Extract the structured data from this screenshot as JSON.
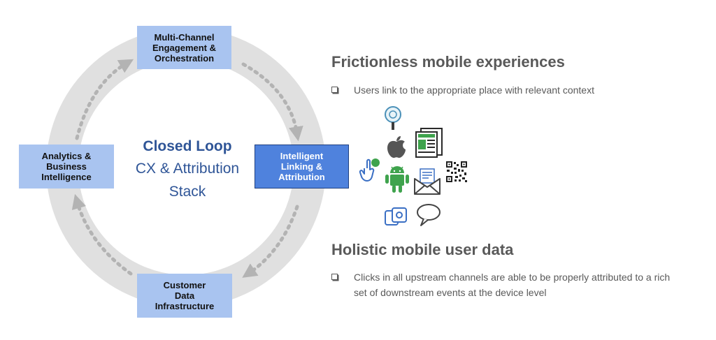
{
  "diagram": {
    "center": {
      "title": "Closed Loop",
      "line2": "CX & Attribution",
      "line3": "Stack"
    },
    "nodes": {
      "top": [
        "Multi-Channel",
        "Engagement &",
        "Orchestration"
      ],
      "left": [
        "Analytics &",
        "Business",
        "Intelligence"
      ],
      "right": [
        "Intelligent",
        "Linking &",
        "Attribution"
      ],
      "bottom": [
        "Customer",
        "Data",
        "Infrastructure"
      ]
    },
    "colors": {
      "ring": "#e0e0e0",
      "arrow": "#b3b3b3",
      "node": "#a9c4f0",
      "node_highlight": "#4f82dd",
      "center_text": "#2f5597"
    }
  },
  "sections": [
    {
      "heading": "Frictionless mobile experiences",
      "bullet": "Users link to the appropriate place with relevant context"
    },
    {
      "heading": "Holistic mobile user data",
      "bullet": "Clicks in all upstream channels are able to be properly attributed to a rich set of downstream events at the device level"
    }
  ],
  "icons": [
    "search-icon",
    "apple-icon",
    "web-page-icon",
    "qr-code-icon",
    "tap-hand-icon",
    "android-icon",
    "email-icon",
    "camera-app-icon",
    "chat-bubble-icon"
  ]
}
